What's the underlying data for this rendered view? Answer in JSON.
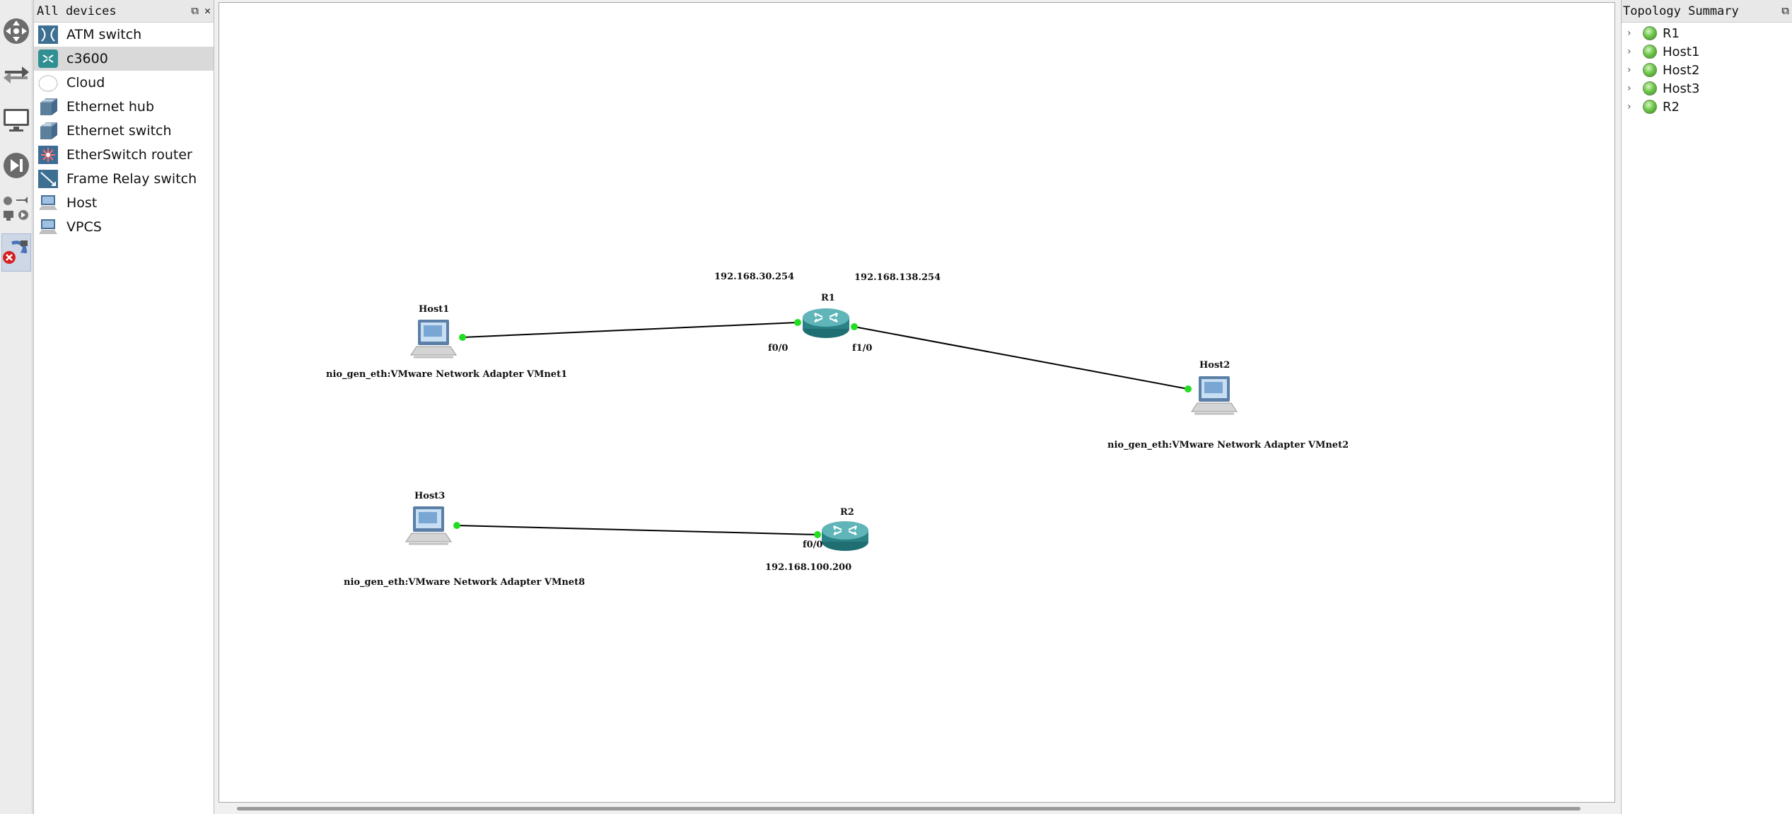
{
  "dock": {
    "title": "All devices",
    "items": [
      {
        "label": "ATM switch",
        "icon": "atm-switch-icon"
      },
      {
        "label": "c3600",
        "icon": "router-icon",
        "selected": true
      },
      {
        "label": "Cloud",
        "icon": "cloud-icon"
      },
      {
        "label": "Ethernet hub",
        "icon": "ethernet-hub-icon"
      },
      {
        "label": "Ethernet switch",
        "icon": "ethernet-switch-icon"
      },
      {
        "label": "EtherSwitch router",
        "icon": "etherswitch-router-icon"
      },
      {
        "label": "Frame Relay switch",
        "icon": "frame-relay-switch-icon"
      },
      {
        "label": "Host",
        "icon": "host-icon"
      },
      {
        "label": "VPCS",
        "icon": "vpcs-icon"
      }
    ]
  },
  "topology": {
    "nodes": {
      "host1": {
        "name": "Host1",
        "nio": "nio_gen_eth:VMware Network Adapter VMnet1"
      },
      "host2": {
        "name": "Host2",
        "nio": "nio_gen_eth:VMware Network Adapter VMnet2"
      },
      "host3": {
        "name": "Host3",
        "nio": "nio_gen_eth:VMware Network Adapter VMnet8"
      },
      "r1": {
        "name": "R1",
        "port_left": "f0/0",
        "port_right": "f1/0",
        "ip_left": "192.168.30.254",
        "ip_right": "192.168.138.254"
      },
      "r2": {
        "name": "R2",
        "port": "f0/0",
        "ip": "192.168.100.200"
      }
    },
    "link_color": "#000000",
    "port_color": "#22dd22"
  },
  "summary": {
    "title": "Topology Summary",
    "items": [
      "R1",
      "Host1",
      "Host2",
      "Host3",
      "R2"
    ]
  }
}
